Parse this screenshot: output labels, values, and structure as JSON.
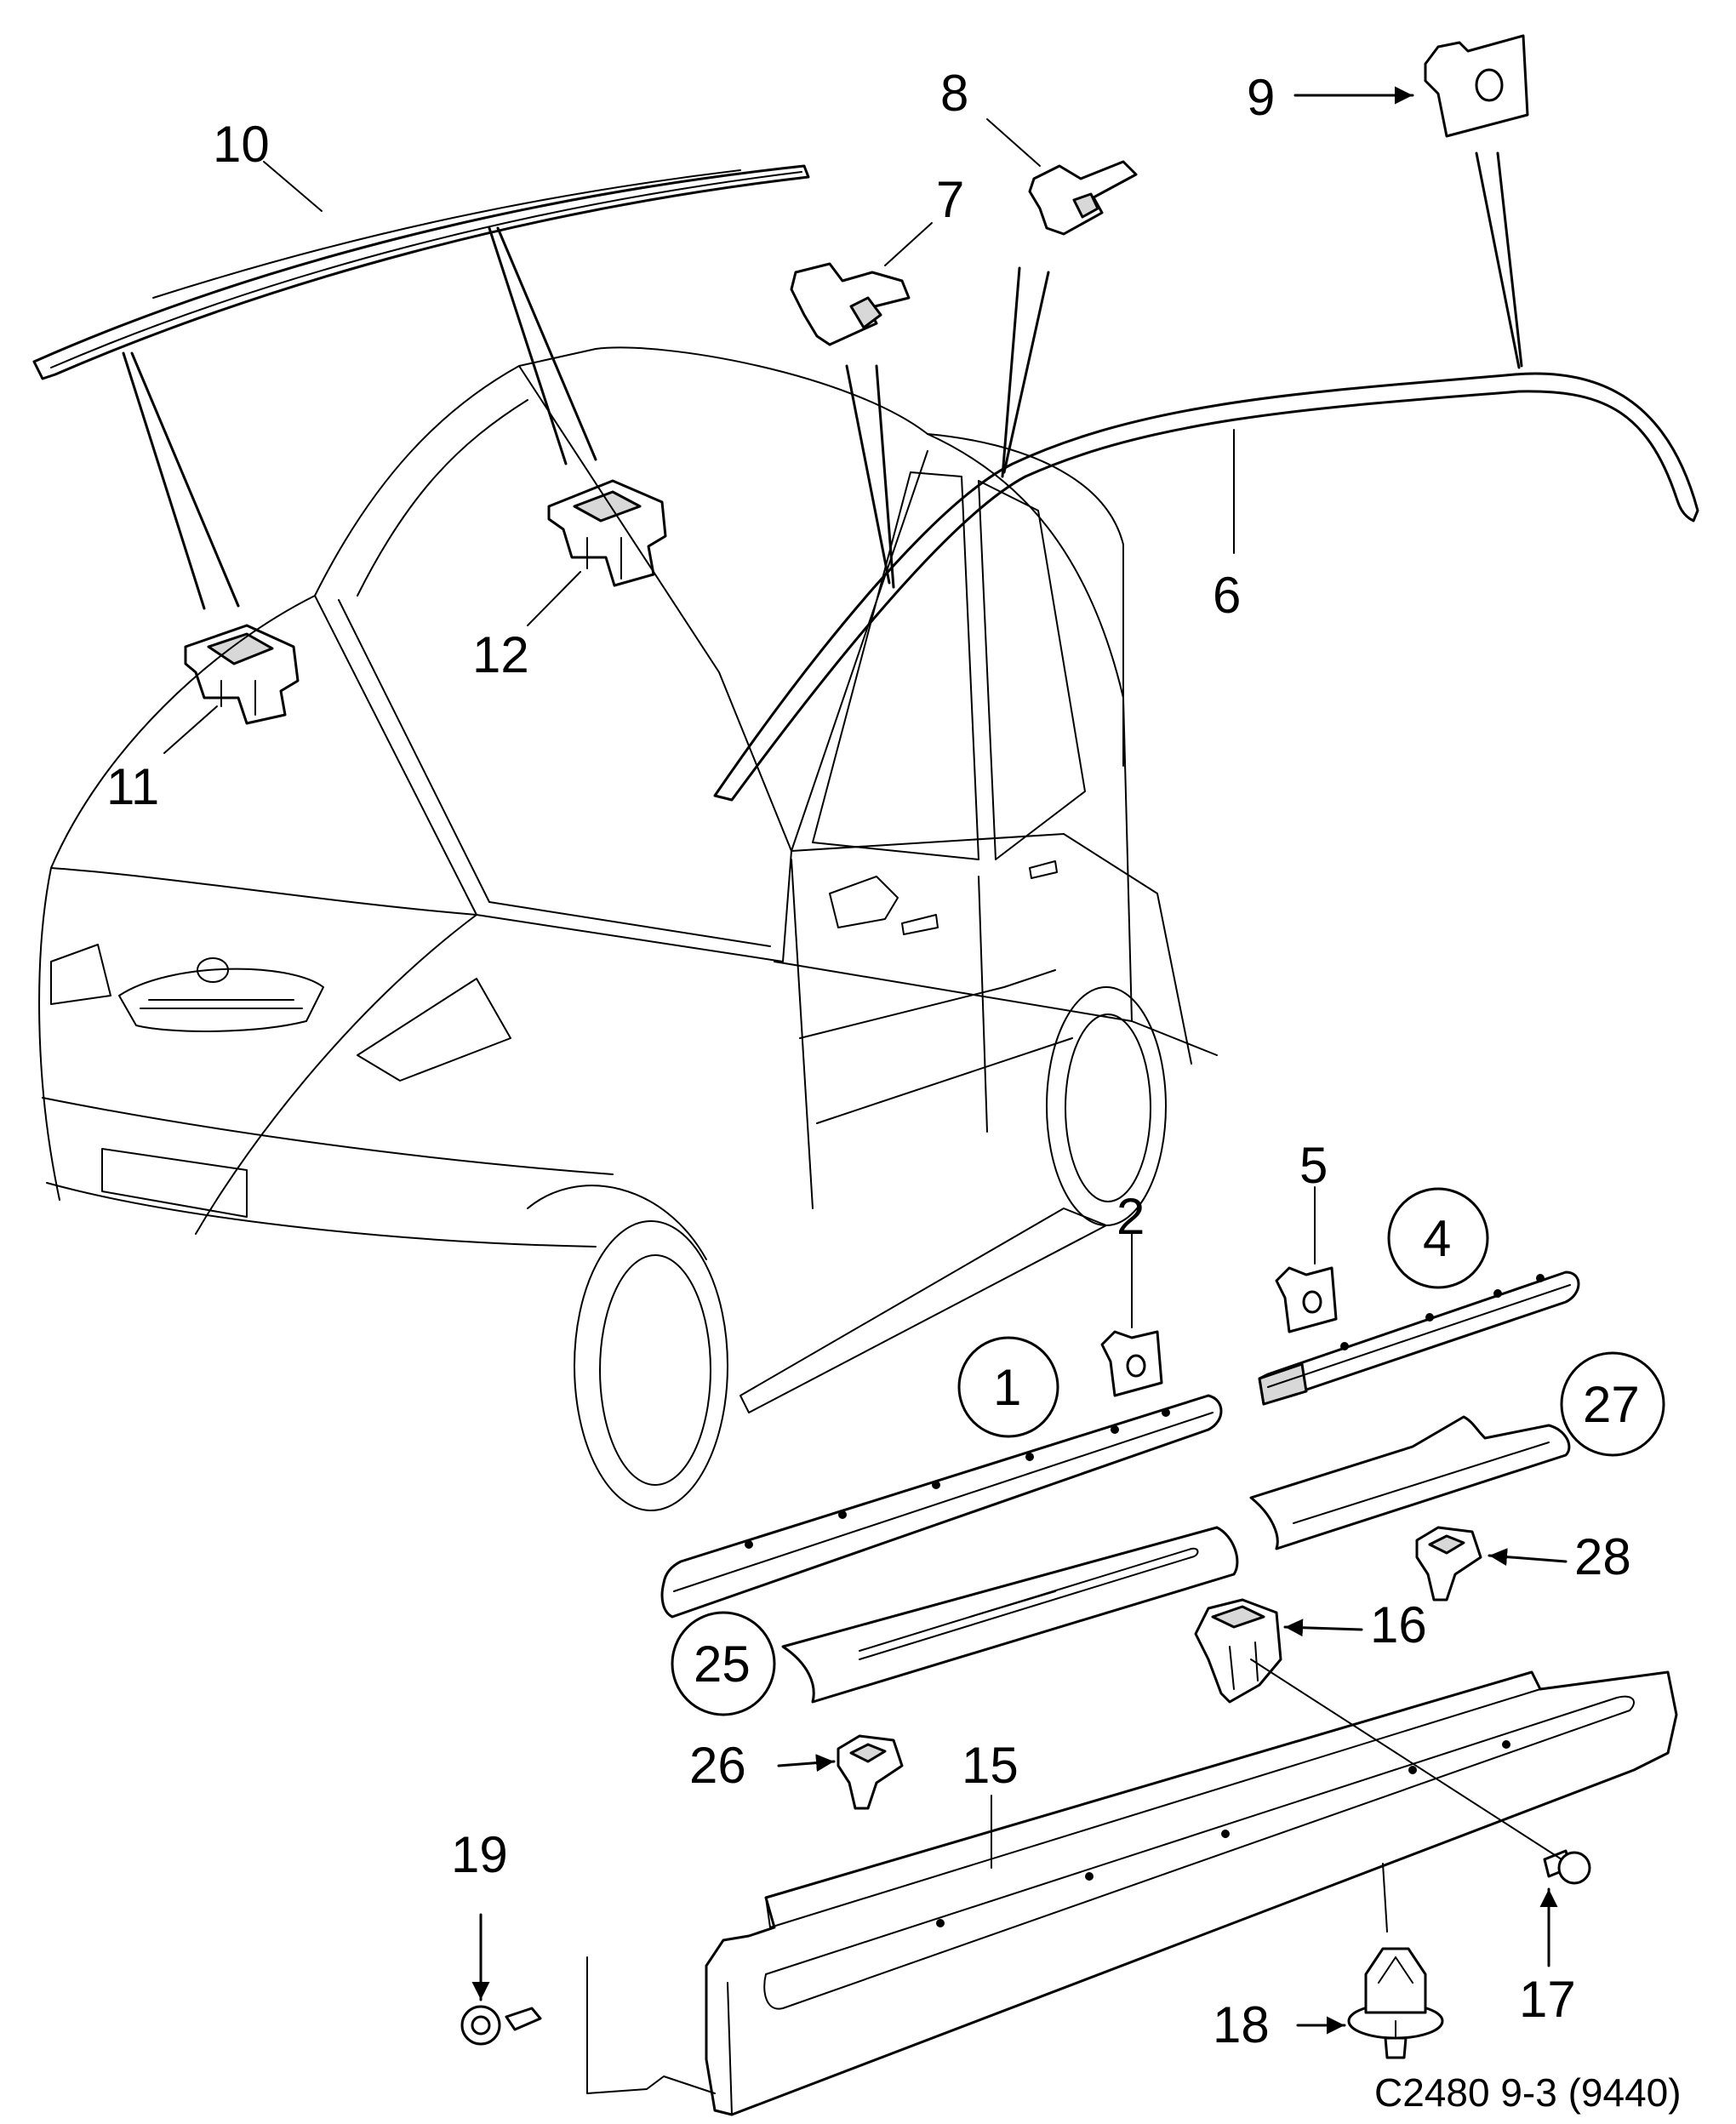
{
  "callouts": {
    "c1": "1",
    "c2": "2",
    "c4": "4",
    "c5": "5",
    "c6": "6",
    "c7": "7",
    "c8": "8",
    "c9": "9",
    "c10": "10",
    "c11": "11",
    "c12": "12",
    "c15": "15",
    "c16": "16",
    "c17": "17",
    "c18": "18",
    "c19": "19",
    "c25": "25",
    "c26": "26",
    "c27": "27",
    "c28": "28"
  },
  "caption": "C2480 9-3 (9440)",
  "colors": {
    "line": "#000000",
    "background": "#ffffff",
    "shade": "#d8d8d8"
  }
}
